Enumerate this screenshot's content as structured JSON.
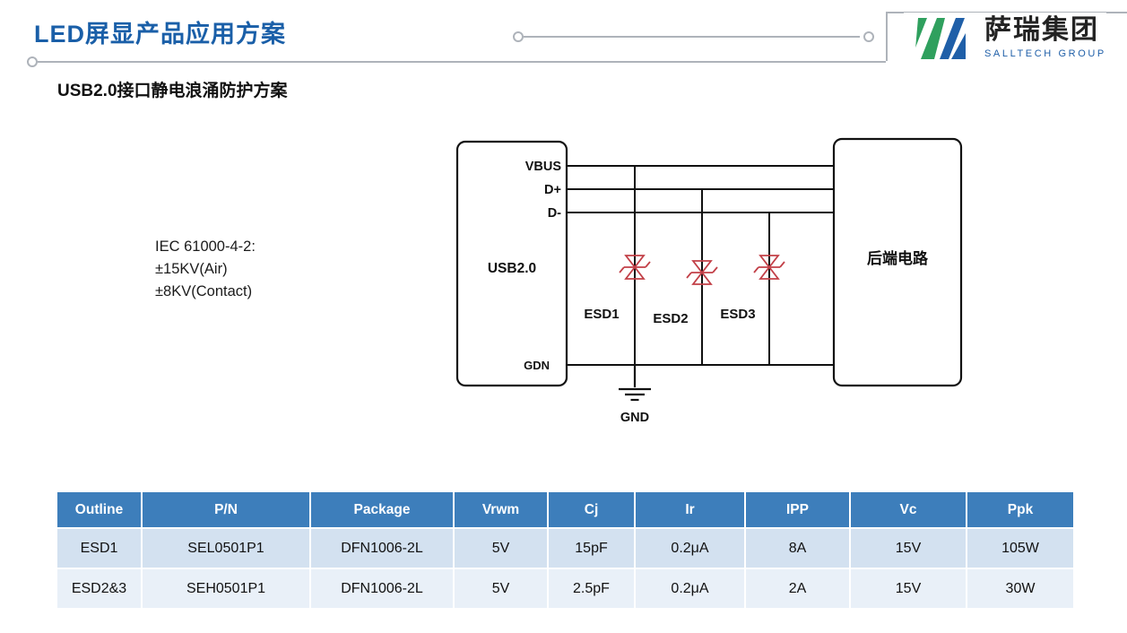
{
  "header": {
    "title": "LED屏显产品应用方案",
    "logo": {
      "cn": "萨瑞集团",
      "en": "SALLTECH GROUP"
    }
  },
  "subtitle": "USB2.0接口静电浪涌防护方案",
  "note": {
    "line1": "IEC 61000-4-2:",
    "line2": "±15KV(Air)",
    "line3": "±8KV(Contact)"
  },
  "diagram": {
    "usb_box_label": "USB2.0",
    "pins": {
      "vbus": "VBUS",
      "dplus": "D+",
      "dminus": "D-",
      "gdn": "GDN"
    },
    "right_box_label": "后端电路",
    "esd1": "ESD1",
    "esd2": "ESD2",
    "esd3": "ESD3",
    "gnd": "GND"
  },
  "table": {
    "headers": [
      "Outline",
      "P/N",
      "Package",
      "Vrwm",
      "Cj",
      "Ir",
      "IPP",
      "Vc",
      "Ppk"
    ],
    "rows": [
      [
        "ESD1",
        "SEL0501P1",
        "DFN1006-2L",
        "5V",
        "15pF",
        "0.2μA",
        "8A",
        "15V",
        "105W"
      ],
      [
        "ESD2&3",
        "SEH0501P1",
        "DFN1006-2L",
        "5V",
        "2.5pF",
        "0.2μA",
        "2A",
        "15V",
        "30W"
      ]
    ]
  },
  "colors": {
    "title_blue": "#1A5FA8",
    "table_header_blue": "#3D7EBB",
    "row_odd": "#D3E1F0",
    "row_even": "#E9F0F8",
    "diode_red": "#C24048",
    "logo_green": "#2FA05E",
    "logo_blue": "#1F5FA8",
    "deco_gray": "#AEB3BA"
  }
}
